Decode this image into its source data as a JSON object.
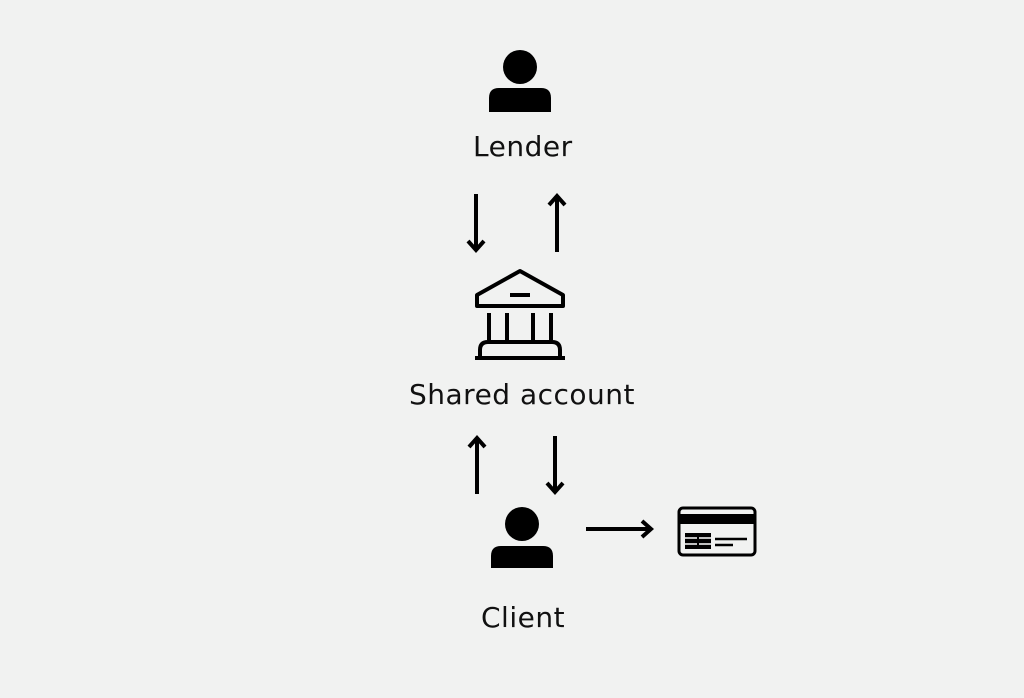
{
  "diagram": {
    "background": "#f1f2f1",
    "stroke_color": "#000000",
    "nodes": [
      {
        "id": "lender",
        "label": "Lender",
        "icon": "person-icon"
      },
      {
        "id": "shared_account",
        "label": "Shared account",
        "icon": "bank-icon"
      },
      {
        "id": "client",
        "label": "Client",
        "icon": "person-icon"
      },
      {
        "id": "card",
        "label": "",
        "icon": "credit-card-icon"
      }
    ],
    "edges": [
      {
        "from": "lender",
        "to": "shared_account",
        "direction": "down"
      },
      {
        "from": "shared_account",
        "to": "lender",
        "direction": "up"
      },
      {
        "from": "client",
        "to": "shared_account",
        "direction": "up"
      },
      {
        "from": "shared_account",
        "to": "client",
        "direction": "down"
      },
      {
        "from": "client",
        "to": "card",
        "direction": "right"
      }
    ]
  }
}
